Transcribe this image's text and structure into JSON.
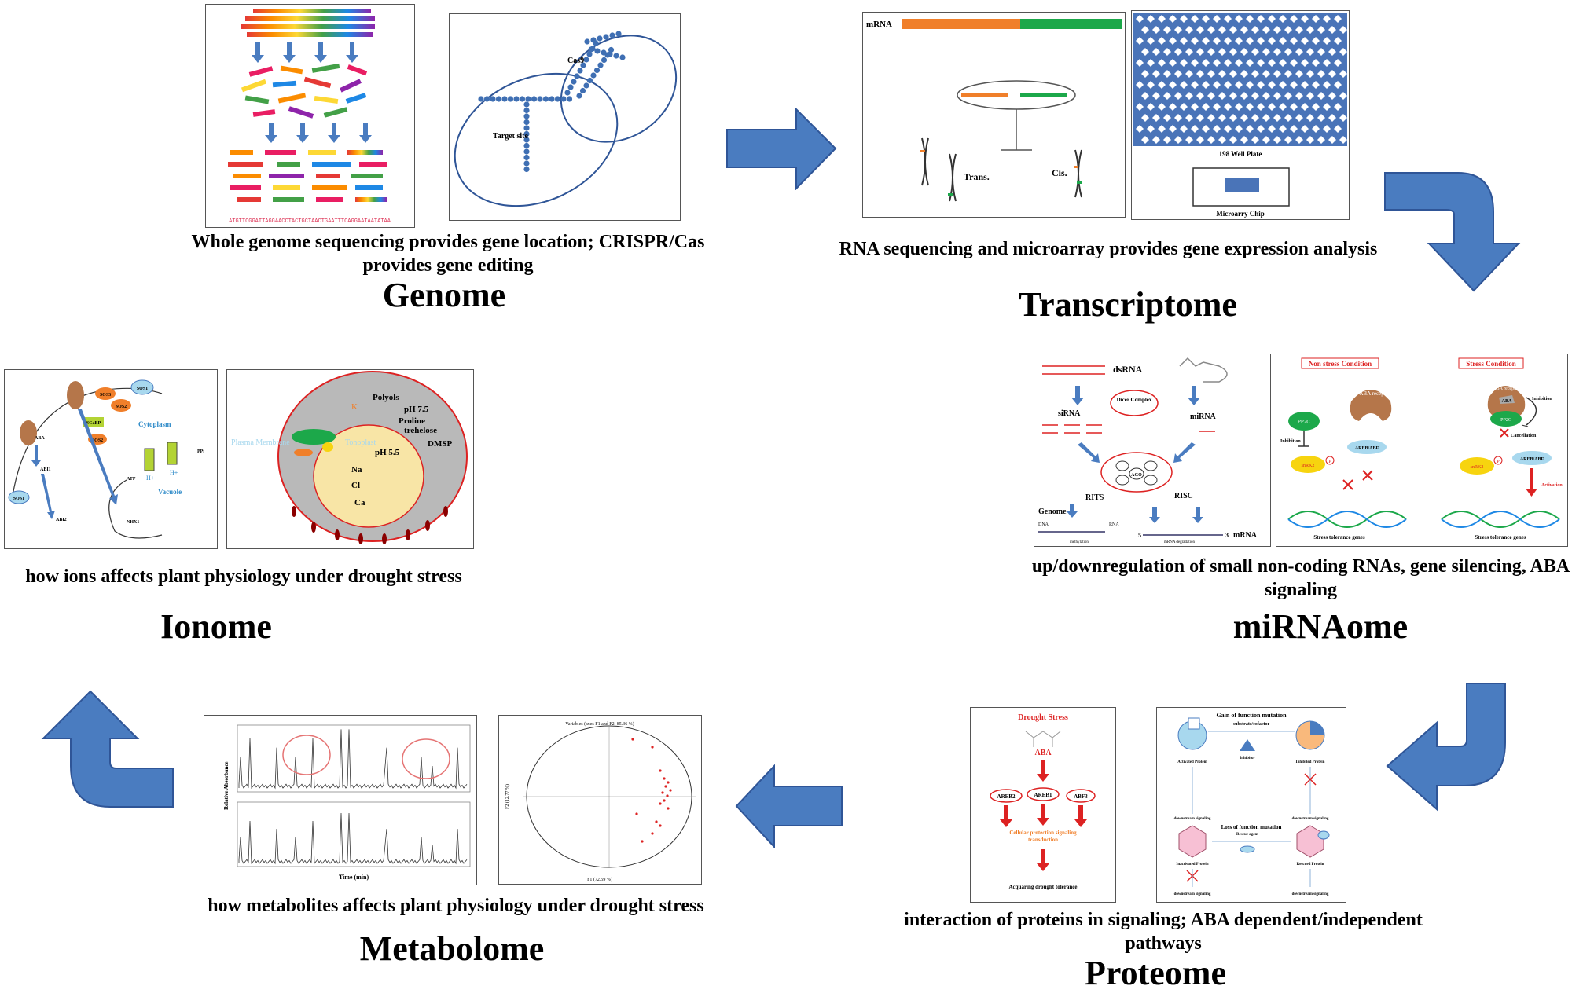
{
  "sections": {
    "genome": {
      "title": "Genome",
      "caption": "Whole genome sequencing provides gene location; CRISPR/Cas provides gene editing",
      "seq_text": "ATGTTCGGATTAGGAACCTACTGCTAACTGAATTTCAGGAATAATATAA",
      "cas9_label": "Cas9",
      "target_label": "Target site"
    },
    "transcriptome": {
      "title": "Transcriptome",
      "caption": "RNA sequencing and microarray provides gene expression analysis",
      "mrna_label": "mRNA",
      "trans_label": "Trans.",
      "cis_label": "Cis.",
      "plate_label": "198 Well Plate",
      "chip_label": "Microarry Chip"
    },
    "mirnaome": {
      "title": "miRNAome",
      "caption": "up/downregulation of small non-coding RNAs, gene silencing, ABA signaling",
      "left": {
        "dsrna": "dsRNA",
        "sirna": "siRNA",
        "mirna": "miRNA",
        "dicer": "Dicer Complex",
        "ago": "AGO",
        "rits": "RITS",
        "risc": "RISC",
        "genome": "Genome",
        "dna": "DNA",
        "rna": "RNA",
        "methylation": "methylation",
        "mrna_degradation": "mRNA degradation",
        "mrna": "mRNA",
        "five": "5",
        "three": "3"
      },
      "right": {
        "non_stress": "Non stress Condition",
        "stress": "Stress Condition",
        "aba_receptor": "ABA receptor",
        "aba": "ABA",
        "pp2c": "PP2C",
        "inhibition": "Inhibition",
        "cancellation": "Cancellation",
        "areb": "AREB/ABF",
        "snrk2": "snRK2",
        "activation": "Activation",
        "stress_genes": "Stress tolerance genes",
        "p": "P"
      }
    },
    "ionome": {
      "title": "Ionome",
      "caption": "how ions affects plant physiology under drought stress",
      "left": {
        "sos3": "SOS3",
        "sos1": "SOS1",
        "sos2": "SOS2",
        "scabp": "SCaBP",
        "aba": "ABA",
        "abi1": "ABI1",
        "abi2": "ABI2",
        "cytoplasm": "Cytoplasm",
        "atp": "ATP",
        "ppi": "PPi",
        "h": "H+",
        "vacuole": "Vacuole",
        "nhx1": "NHX1"
      },
      "right": {
        "polyols": "Polyols",
        "k": "K",
        "ph75": "pH  7.5",
        "proline": "Proline",
        "trehalose": "trehelose",
        "dmsp": "DMSP",
        "plasma": "Plasma Membrane",
        "tonoplast": "Tonoplast",
        "ph55": "pH 5.5",
        "na": "Na",
        "cl": "Cl",
        "ca": "Ca"
      }
    },
    "metabolome": {
      "title": "Metabolome",
      "caption": "how metabolites affects plant physiology under drought stress",
      "ylabel": "Relative Absorbance",
      "xlabel": "Time (min)",
      "pca_title": "Variables (axes F1 and F2: 85.36 %)",
      "pca_x": "F1 (72.59 %)",
      "pca_y": "F2 (12.77 %)"
    },
    "proteome": {
      "title": "Proteome",
      "caption": "interaction of proteins in signaling; ABA dependent/independent pathways",
      "left": {
        "drought": "Drought Stress",
        "aba": "ABA",
        "areb2": "AREB2",
        "areb1": "AREB1",
        "abf3": "ABF3",
        "cellular": "Cellular protection signaling transduction",
        "acquiring": "Acquaring drought tolerance"
      },
      "right": {
        "gain": "Gain of function mutation",
        "substrate": "substrate/cofactor",
        "activated": "Activated Protein",
        "inhibitor": "Inhibitor",
        "inhibited": "Inhibited Protein",
        "downstream": "downstream signaling",
        "loss": "Loss of function mutation",
        "rescue": "Rescue agent",
        "inactivated": "Inactivated Protein",
        "rescued": "Rescued Protein"
      }
    }
  },
  "colors": {
    "arrow_fill": "#4a7cc0",
    "arrow_stroke": "#2f5597",
    "orange": "#f07f2a",
    "green": "#1ca84a",
    "blue_dot": "#3f6fb3",
    "red": "#d22222"
  }
}
